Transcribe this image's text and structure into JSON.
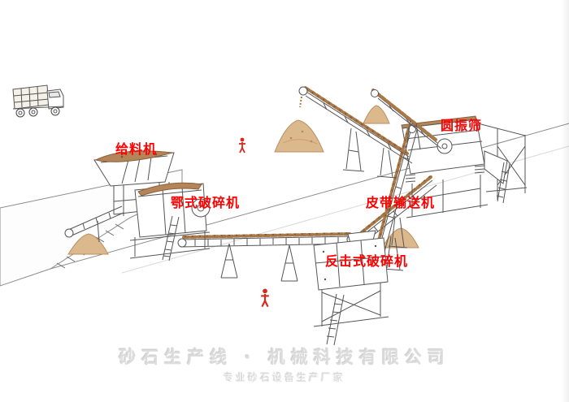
{
  "page": {
    "background": "#ffffff"
  },
  "labels": {
    "color": "#ff0000",
    "feeder": "给料机",
    "jaw_crusher": "鄂式破碎机",
    "belt_conveyor": "皮带输送机",
    "impact_crusher": "反击式破碎机",
    "vibrating_screen": "圆振筛"
  },
  "watermark": {
    "line1": "砂石生产线 · 机械科技有限公司",
    "line2": "专业砂石设备生产厂家"
  },
  "scene": {
    "type": "stone-crushing-production-line-illustration",
    "machines": [
      "dump-truck",
      "feeder",
      "jaw-crusher",
      "belt-conveyors",
      "impact-crusher",
      "vibrating-screen"
    ],
    "line_color": "#555555",
    "material_color": "#b5855a",
    "sand_color": "#dcb88d"
  }
}
